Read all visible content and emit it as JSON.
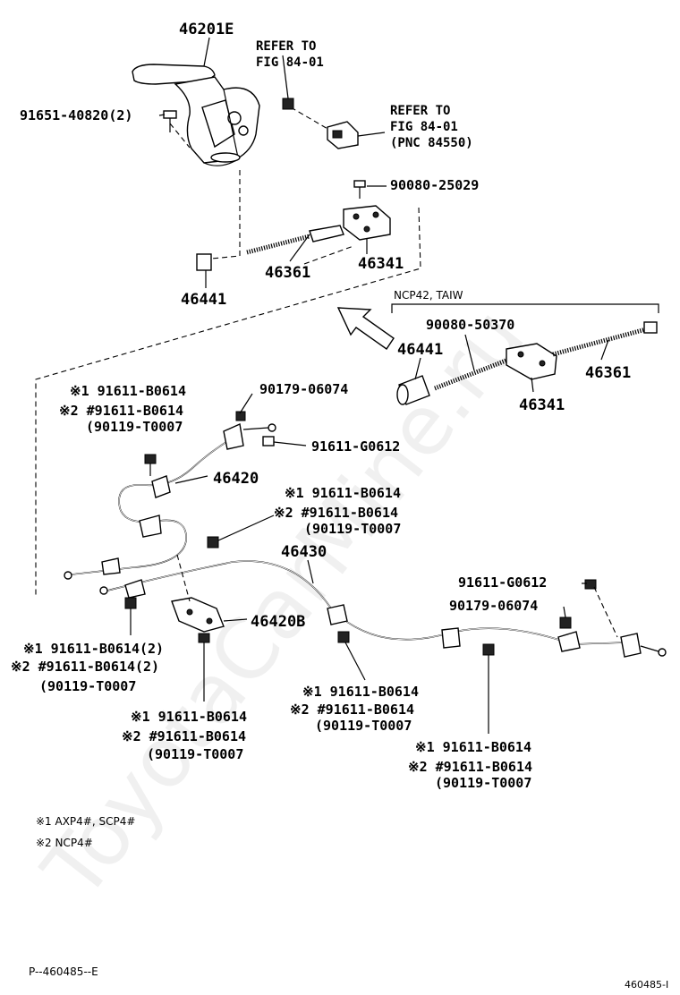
{
  "parts": {
    "lever": "46201E",
    "refer1_line1": "REFER TO",
    "refer1_line2": "FIG 84-01",
    "bolt_lever": "91651-40820(2)",
    "refer2_line1": "REFER TO",
    "refer2_line2": "FIG 84-01",
    "refer2_line3": "(PNC 84550)",
    "screw_top": "90080-25029",
    "rod_top": "46361",
    "equalizer_top": "46341",
    "nut_top": "46441",
    "variant_label": "NCP42, TAIW",
    "screw_variant": "90080-50370",
    "nut_variant": "46441",
    "rod_variant": "46361",
    "equalizer_variant": "46341",
    "c1_a": "※1 91611-B0614",
    "c1_b": "※2 #91611-B0614",
    "c1_c": "(90119-T0007",
    "nut_90179_a": "90179-06074",
    "bolt_g0612_a": "91611-G0612",
    "cable_46420": "46420",
    "c2_a": "※1 91611-B0614",
    "c2_b": "※2 #91611-B0614",
    "c2_c": "(90119-T0007",
    "cable_46430": "46430",
    "bolt_g0612_b": "91611-G0612",
    "nut_90179_b": "90179-06074",
    "cable_46420b": "46420B",
    "c3_a": "※1 91611-B0614(2)",
    "c3_b": "※2 #91611-B0614(2)",
    "c3_c": "(90119-T0007",
    "c4_a": "※1 91611-B0614",
    "c4_b": "※2 #91611-B0614",
    "c4_c": "(90119-T0007",
    "c5_a": "※1 91611-B0614",
    "c5_b": "※2 #91611-B0614",
    "c5_c": "(90119-T0007",
    "c6_a": "※1 91611-B0614",
    "c6_b": "※2 #91611-B0614",
    "c6_c": "(90119-T0007"
  },
  "notes": {
    "note1": "※1   AXP4#, SCP4#",
    "note2": "※2  NCP4#"
  },
  "footer": {
    "left_code": "P--460485--E",
    "right_code": "460485-I"
  },
  "watermark": "ToyotaCarMine.ru"
}
